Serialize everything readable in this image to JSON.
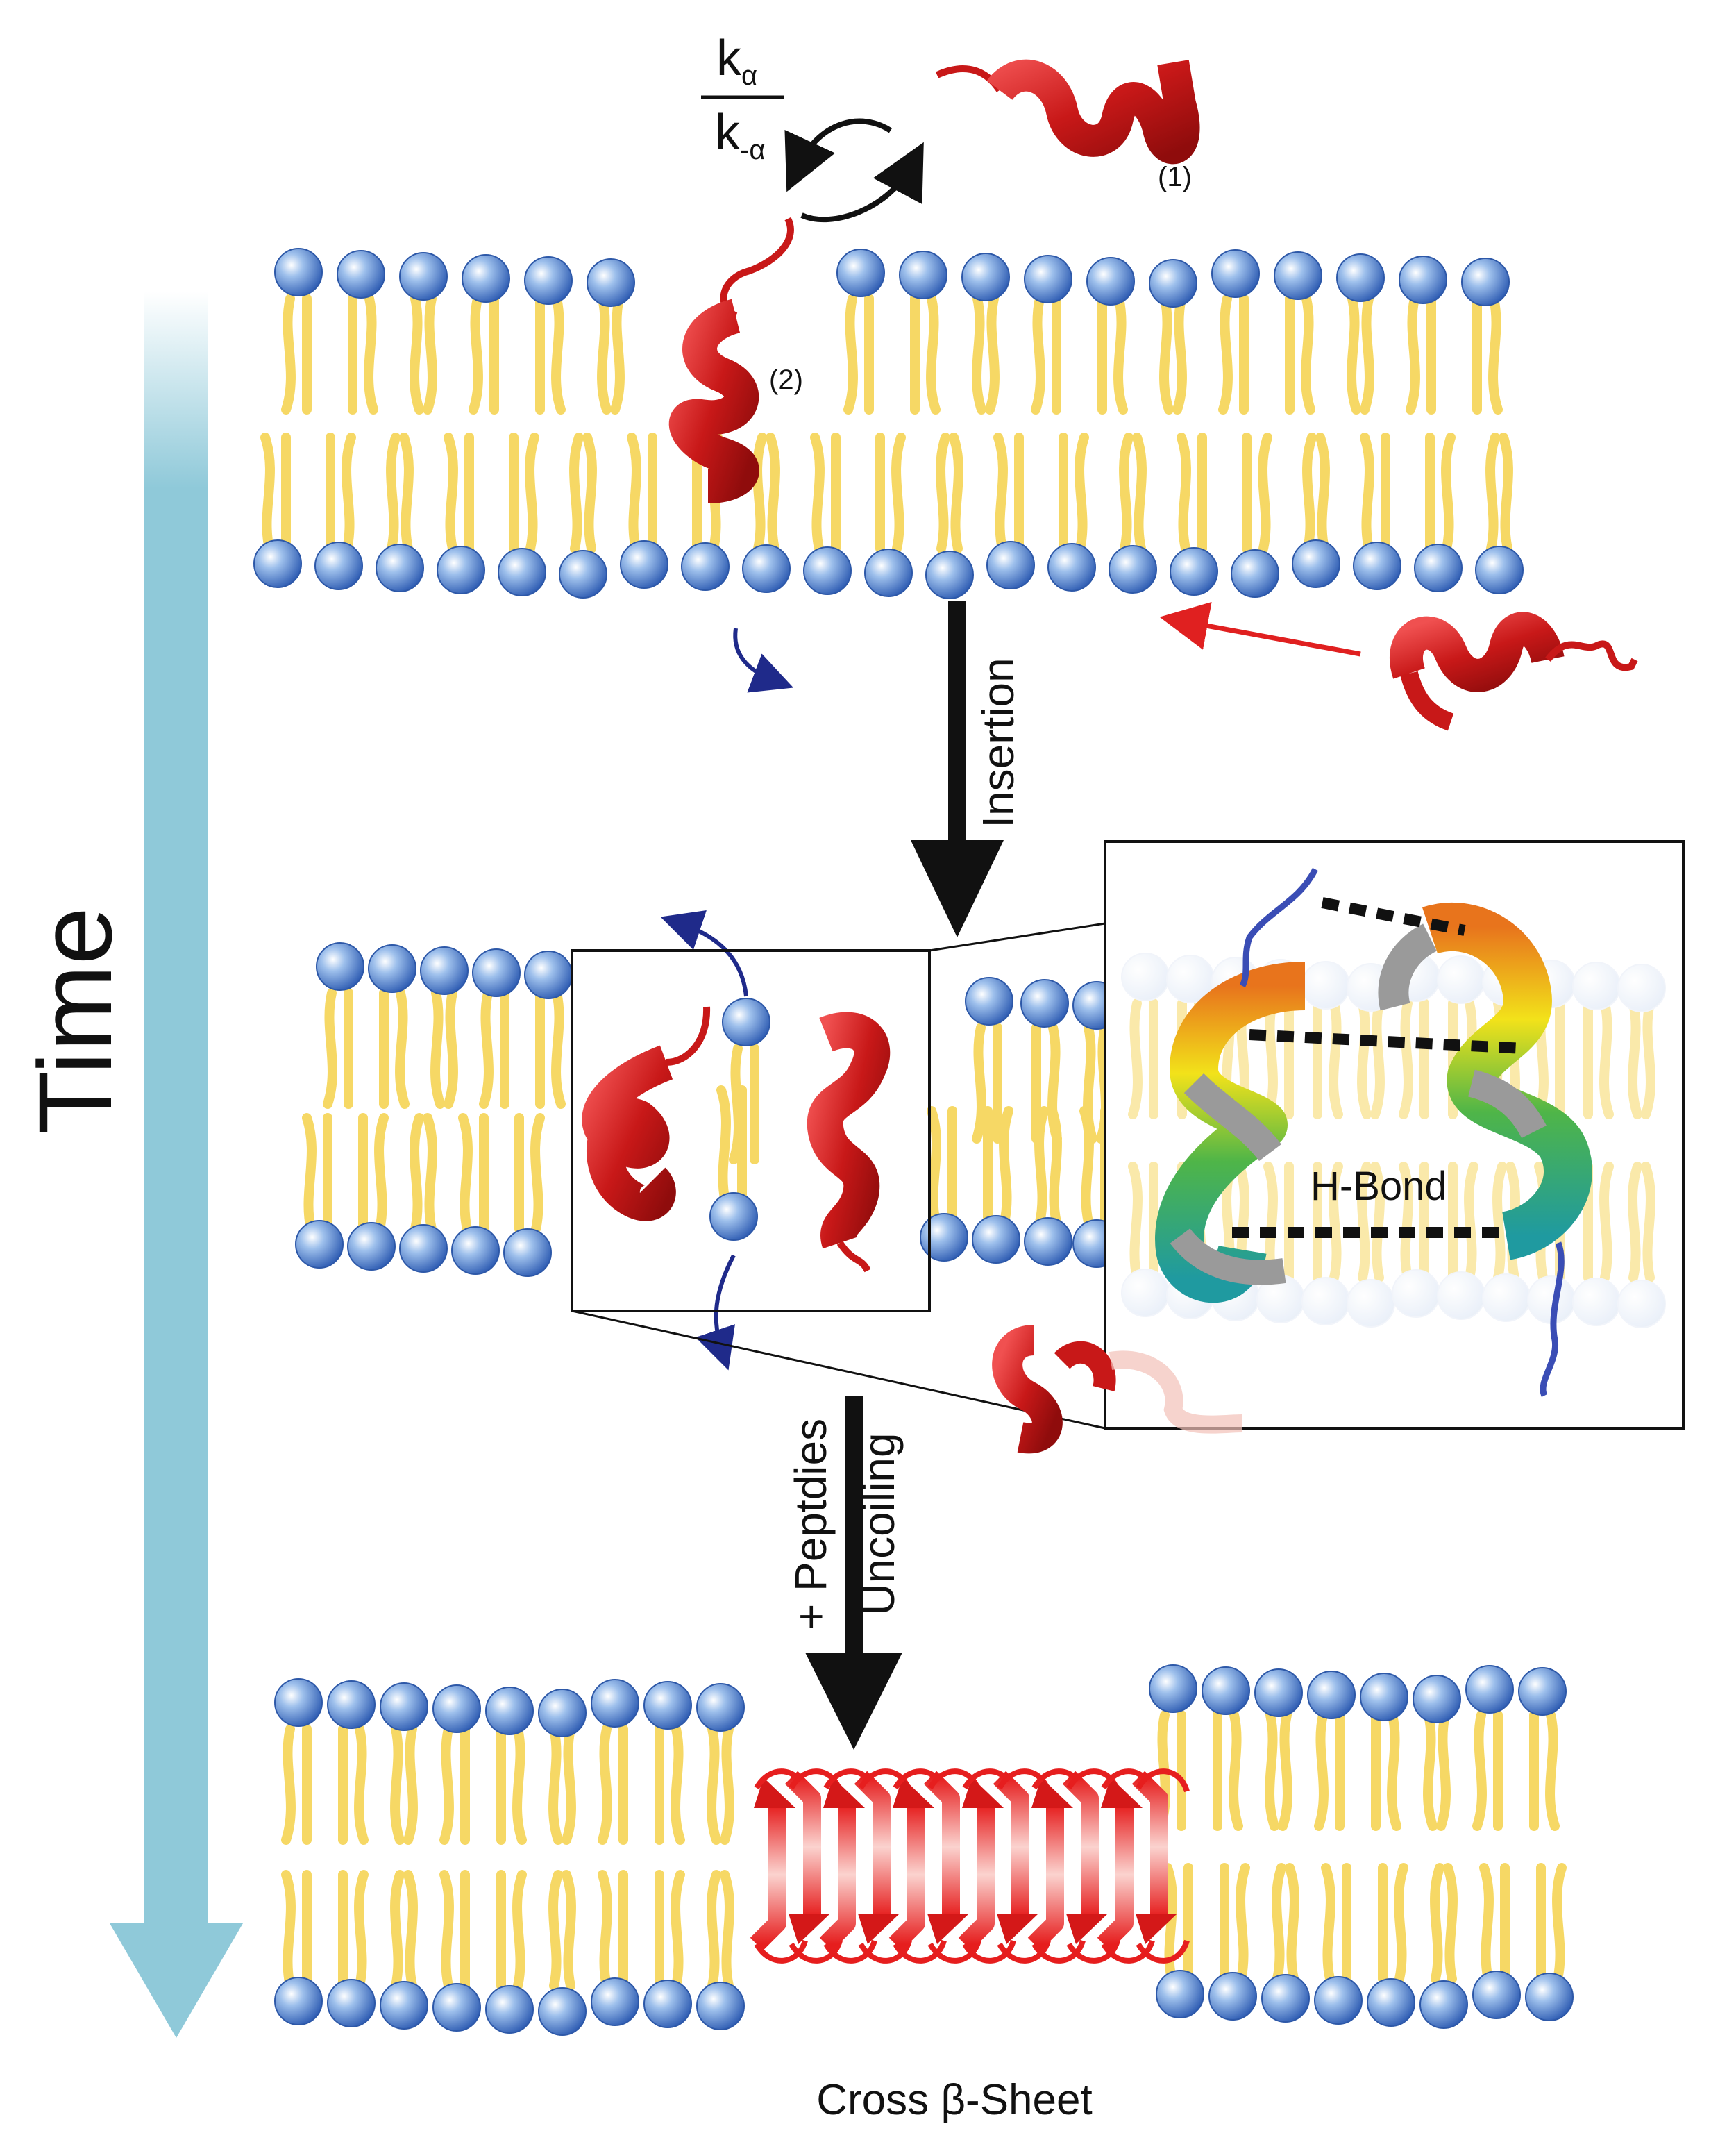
{
  "labels": {
    "time": "Time",
    "k_alpha": "k",
    "k_alpha_sub": "α",
    "k_neg_alpha": "k",
    "k_neg_alpha_sub": "-α",
    "state1": "(1)",
    "state2": "(2)",
    "insertion": "Insertion",
    "peptides": "+ Peptdies",
    "uncoiling": "Uncoiling",
    "hbond": "H-Bond",
    "cross_beta": "Cross β-Sheet"
  },
  "colors": {
    "lipid_head": "#3f6fc0",
    "lipid_tail": "#f6d865",
    "helix": "#d42020",
    "time_arrow": "#8fc9d9",
    "flip_arrow": "#1f2a8a",
    "approach_arrow": "#e02020"
  }
}
